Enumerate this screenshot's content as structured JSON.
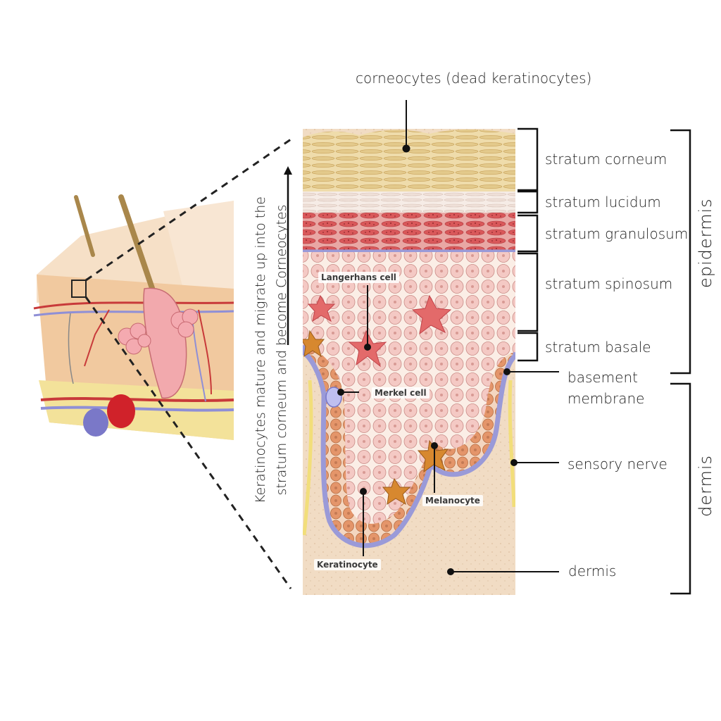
{
  "title_label": "corneocytes (dead keratinocytes)",
  "layers": [
    {
      "label": "stratum corneum"
    },
    {
      "label": "stratum lucidum"
    },
    {
      "label": "stratum granulosum"
    },
    {
      "label": "stratum spinosum"
    },
    {
      "label": "stratum basale"
    }
  ],
  "pointer_labels": {
    "basement": "basement\nmembrane",
    "sensory_nerve": "sensory nerve",
    "dermis": "dermis"
  },
  "groups": {
    "epidermis": "epidermis",
    "dermis": "dermis"
  },
  "inner_labels": {
    "langerhans": "Langerhans cell",
    "merkel": "Merkel cell",
    "melanocyte": "Melanocyte",
    "keratinocyte": "Keratinocyte"
  },
  "caption": "Keratinocytes mature and migrate up into the\nstratum corneum and become Corneocytes",
  "colors": {
    "corneum": "#efdcab",
    "lucidum": "#f3e6dd",
    "granulosum": "#d9585a",
    "spinosum": "#f4c9c4",
    "basale": "#e4956a",
    "basement_membrane": "#9a9ad8",
    "dermis": "#f1dcc4"
  }
}
